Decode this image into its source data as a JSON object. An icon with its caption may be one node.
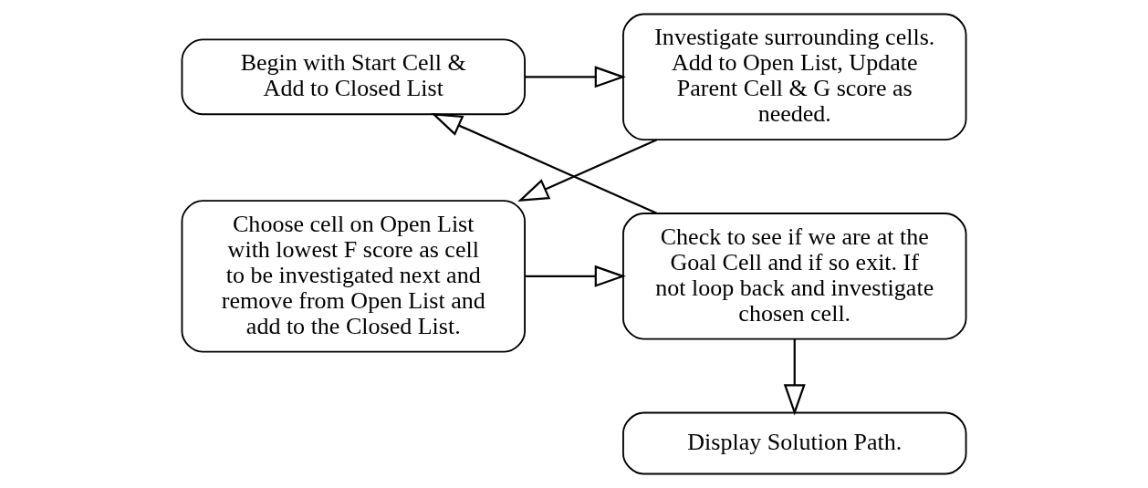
{
  "diagram": {
    "nodes": [
      {
        "text": [
          "Begin with Start Cell & Add to Closed List"
        ]
      },
      {
        "text": [
          "Investigate surrounding cells. Add to Open List, Update Parent Cell & G score as needed."
        ]
      },
      {
        "text": [
          "Check to see if we are at the Goal Cell and if so exit. If not loop back and investigate chosen cell."
        ]
      },
      {
        "text": [
          "Choose cell on Open List with lowest F score as cell to be investigated next and remove from Open List and add to the Closed List."
        ]
      },
      {
        "text": [
          "Display Solution Path."
        ]
      }
    ],
    "edges": [
      {
        "from": 0,
        "to": 1,
        "arrow": "to"
      },
      {
        "from": 1,
        "to": 3,
        "arrow": "to"
      },
      {
        "from": 3,
        "to": 2,
        "arrow": "to"
      },
      {
        "from": 2,
        "to": 0,
        "arrow": "to"
      },
      {
        "from": 2,
        "to": 4,
        "arrow": "to"
      }
    ]
  }
}
